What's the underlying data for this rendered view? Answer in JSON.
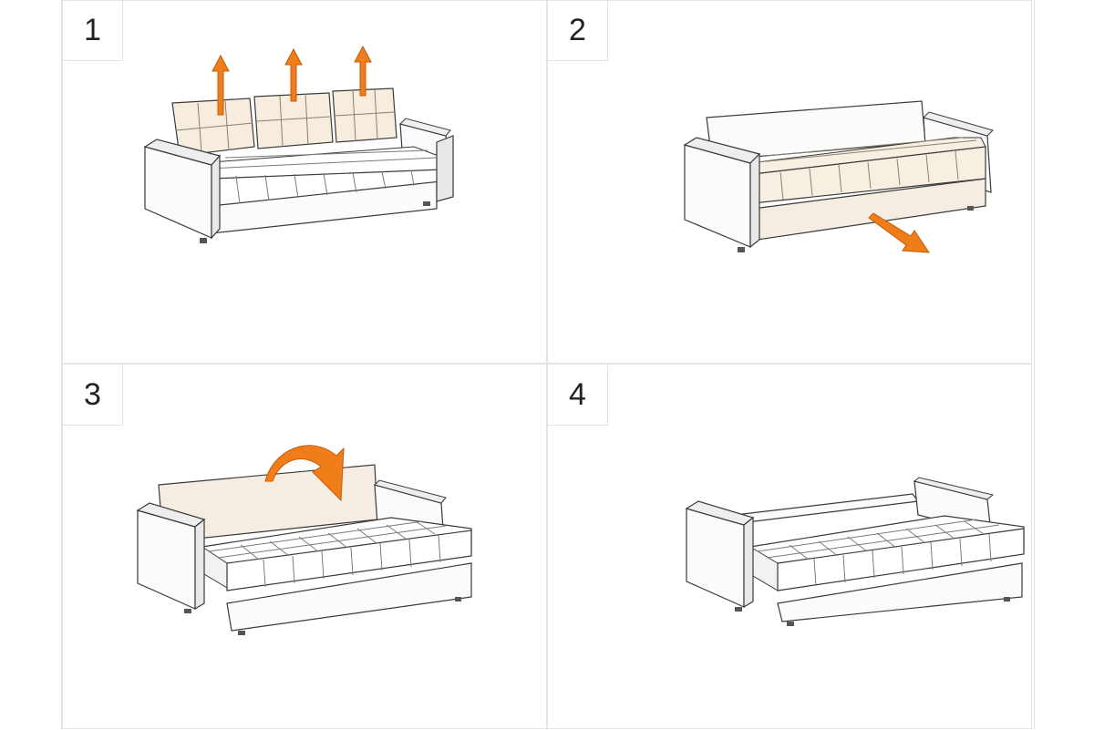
{
  "steps": [
    {
      "number": "1"
    },
    {
      "number": "2"
    },
    {
      "number": "3"
    },
    {
      "number": "4"
    }
  ],
  "colors": {
    "outline": "#3a3a3a",
    "fabric_white": "#fbfbfb",
    "fabric_cream": "#f4ebdc",
    "seam": "#7a7a7a",
    "arrow": "#ef7d1a",
    "arrow_dark": "#c45a08"
  }
}
